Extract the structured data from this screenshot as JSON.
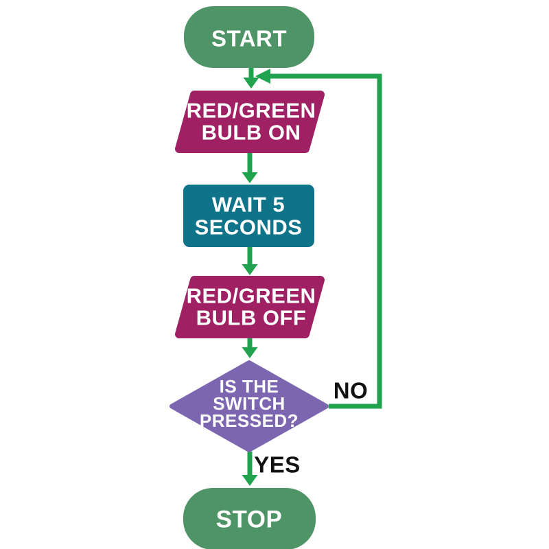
{
  "diagram": {
    "kind": "flowchart",
    "background": "#ffffff"
  },
  "colors": {
    "terminator_green": "#4f9466",
    "arrow_green": "#21a24e",
    "io_magenta": "#a02064",
    "process_teal": "#0f7489",
    "decision_purple": "#7c66b0",
    "node_text": "#ffffff",
    "edge_label_dark": "#121212"
  },
  "nodes": {
    "start": {
      "shape": "terminator",
      "label": "START"
    },
    "bulb_on": {
      "shape": "input-output",
      "line1": "RED/GREEN",
      "line2": "BULB ON"
    },
    "wait": {
      "shape": "process",
      "line1": "WAIT 5",
      "line2": "SECONDS"
    },
    "bulb_off": {
      "shape": "input-output",
      "line1": "RED/GREEN",
      "line2": "BULB OFF"
    },
    "decision": {
      "shape": "decision",
      "line1": "IS THE",
      "line2": "SWITCH",
      "line3": "PRESSED?"
    },
    "stop": {
      "shape": "terminator",
      "label": "STOP"
    }
  },
  "edges": {
    "no_label": "NO",
    "yes_label": "YES"
  }
}
